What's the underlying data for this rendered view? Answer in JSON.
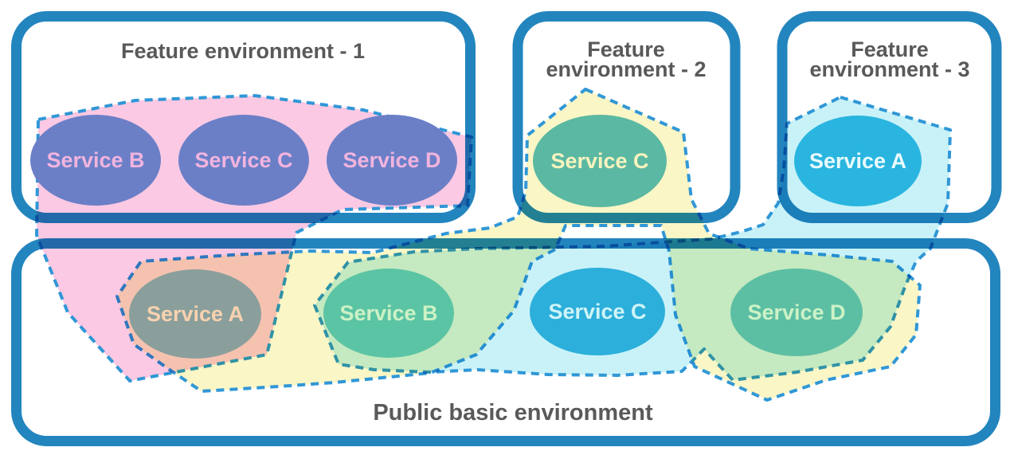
{
  "colors": {
    "background": "#FFFFFF",
    "box_border": "#2385BE",
    "title_text": "#595959",
    "dash_stroke": "#3097D6"
  },
  "environments": [
    {
      "id": "feature-1",
      "title_lines": [
        "Feature environment - 1"
      ]
    },
    {
      "id": "feature-2",
      "title_lines": [
        "Feature",
        "environment - 2"
      ]
    },
    {
      "id": "feature-3",
      "title_lines": [
        "Feature",
        "environment - 3"
      ]
    },
    {
      "id": "public",
      "title_lines": [
        "Public basic environment"
      ]
    }
  ],
  "blobs": [
    {
      "id": "scope-feature-1",
      "color_name": "pink",
      "fill": "#FBC9E3"
    },
    {
      "id": "scope-feature-2",
      "color_name": "yellow",
      "fill": "#FAF6C6"
    },
    {
      "id": "scope-feature-3",
      "color_name": "cyan",
      "fill": "#C9F2F8"
    }
  ],
  "services": [
    {
      "id": "feature1-service-b",
      "label": "Service B",
      "fill": "#6B7FC7",
      "label_color": "#F1B4DE"
    },
    {
      "id": "feature1-service-c",
      "label": "Service C",
      "fill": "#6B7FC7",
      "label_color": "#F1B4DE"
    },
    {
      "id": "feature1-service-d",
      "label": "Service D",
      "fill": "#6B7FC7",
      "label_color": "#F1B4DE"
    },
    {
      "id": "feature2-service-c",
      "label": "Service C",
      "fill": "#5BB8A2",
      "label_color": "#F8F3BE"
    },
    {
      "id": "feature3-service-a",
      "label": "Service A",
      "fill": "#29B5DF",
      "label_color": "#E9FAFE"
    },
    {
      "id": "public-service-a",
      "label": "Service A",
      "fill": "#8A9F9B",
      "label_color": "#F8D2B0"
    },
    {
      "id": "public-service-b",
      "label": "Service B",
      "fill": "#5BC4A4",
      "label_color": "#CDF2C6"
    },
    {
      "id": "public-service-c",
      "label": "Service C",
      "fill": "#2CAFDB",
      "label_color": "#CFF4F7"
    },
    {
      "id": "public-service-d",
      "label": "Service D",
      "fill": "#5CBFA3",
      "label_color": "#CDF2C6"
    }
  ]
}
